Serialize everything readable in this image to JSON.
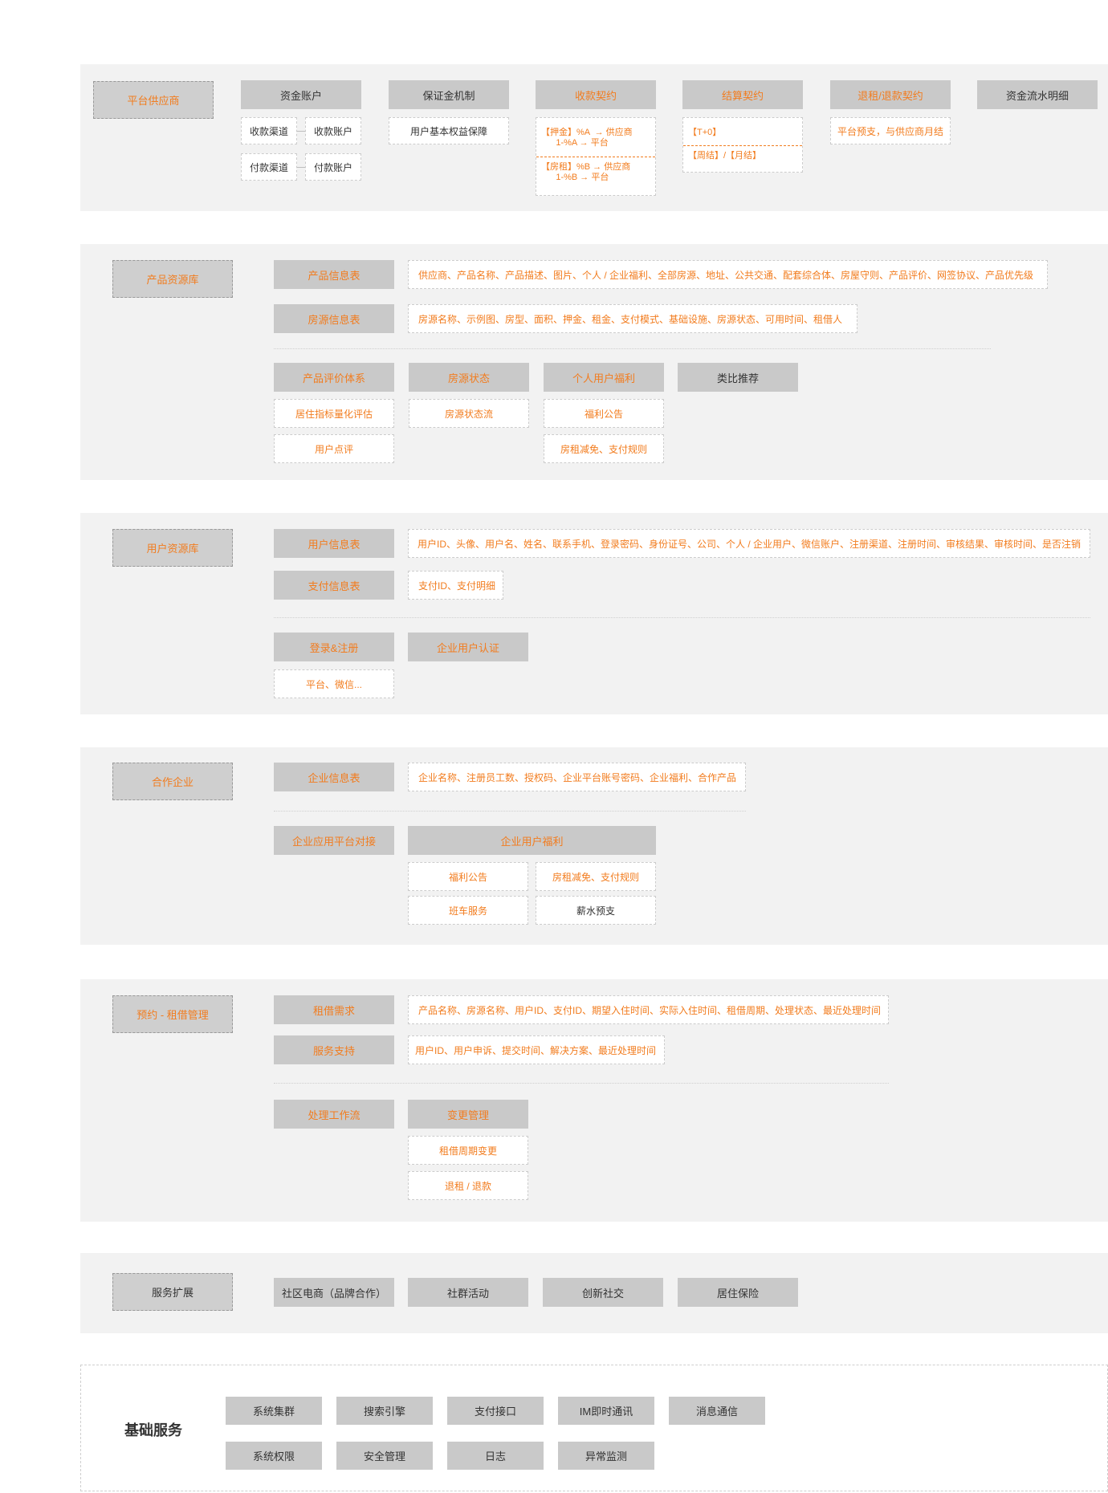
{
  "platform": {
    "supplier": "平台供应商",
    "headers": [
      "资金账户",
      "保证金机制",
      "收款契约",
      "结算契约",
      "退租/退款契约",
      "资金流水明细"
    ],
    "funds_account": {
      "receive_channel": "收款渠道",
      "receive_account": "收款账户",
      "pay_channel": "付款渠道",
      "pay_account": "付款账户"
    },
    "deposit": "用户基本权益保障",
    "collect": {
      "part1": "【押金】%A  → 供应商\n      1-%A → 平台",
      "part2": "【房租】%B → 供应商\n      1-%B → 平台"
    },
    "settle": {
      "part1": "【T+0】",
      "part2": "【周结】/【月结】"
    },
    "refund": "平台预支，与供应商月结"
  },
  "product": {
    "label": "产品资源库",
    "table1": "产品信息表",
    "table1_fields": "供应商、产品名称、产品描述、图片、个人 / 企业福利、全部房源、地址、公共交通、配套综合体、房屋守则、产品评价、网签协议、产品优先级",
    "table2": "房源信息表",
    "table2_fields": "房源名称、示例图、房型、面积、押金、租金、支付模式、基础设施、房源状态、可用时间、租借人",
    "modules": [
      "产品评价体系",
      "房源状态",
      "个人用户福利",
      "类比推荐"
    ],
    "eval": [
      "居住指标量化评估",
      "用户点评"
    ],
    "status": [
      "房源状态流"
    ],
    "welfare": [
      "福利公告",
      "房租减免、支付规则"
    ]
  },
  "user": {
    "label": "用户资源库",
    "table1": "用户信息表",
    "table1_fields": "用户ID、头像、用户名、姓名、联系手机、登录密码、身份证号、公司、个人 / 企业用户、微信账户、注册渠道、注册时间、审核结果、审核时间、是否注销",
    "table2": "支付信息表",
    "table2_fields": "支付ID、支付明细",
    "modules": [
      "登录&注册",
      "企业用户认证"
    ],
    "login_sub": "平台、微信..."
  },
  "enterprise": {
    "label": "合作企业",
    "table1": "企业信息表",
    "table1_fields": "企业名称、注册员工数、授权码、企业平台账号密码、企业福利、合作产品",
    "module1": "企业应用平台对接",
    "module2": "企业用户福利",
    "subs": [
      "福利公告",
      "房租减免、支付规则",
      "班车服务",
      "薪水预支"
    ]
  },
  "booking": {
    "label": "预约 - 租借管理",
    "table1": "租借需求",
    "table1_fields": "产品名称、房源名称、用户ID、支付ID、期望入住时间、实际入住时间、租借周期、处理状态、最近处理时间",
    "table2": "服务支持",
    "table2_fields": "用户ID、用户申诉、提交时间、解决方案、最近处理时间",
    "module1": "处理工作流",
    "module2": "变更管理",
    "subs": [
      "租借周期变更",
      "退租 / 退款"
    ]
  },
  "extension": {
    "label": "服务扩展",
    "items": [
      "社区电商（品牌合作）",
      "社群活动",
      "创新社交",
      "居住保险"
    ]
  },
  "base": {
    "title": "基础服务",
    "row1": [
      "系统集群",
      "搜索引擎",
      "支付接口",
      "IM即时通讯",
      "消息通信"
    ],
    "row2": [
      "系统权限",
      "安全管理",
      "日志",
      "异常监测"
    ]
  },
  "colors": {
    "accent": "#f27c1e",
    "panel": "#f2f2f2",
    "module": "#c9c9c9"
  }
}
